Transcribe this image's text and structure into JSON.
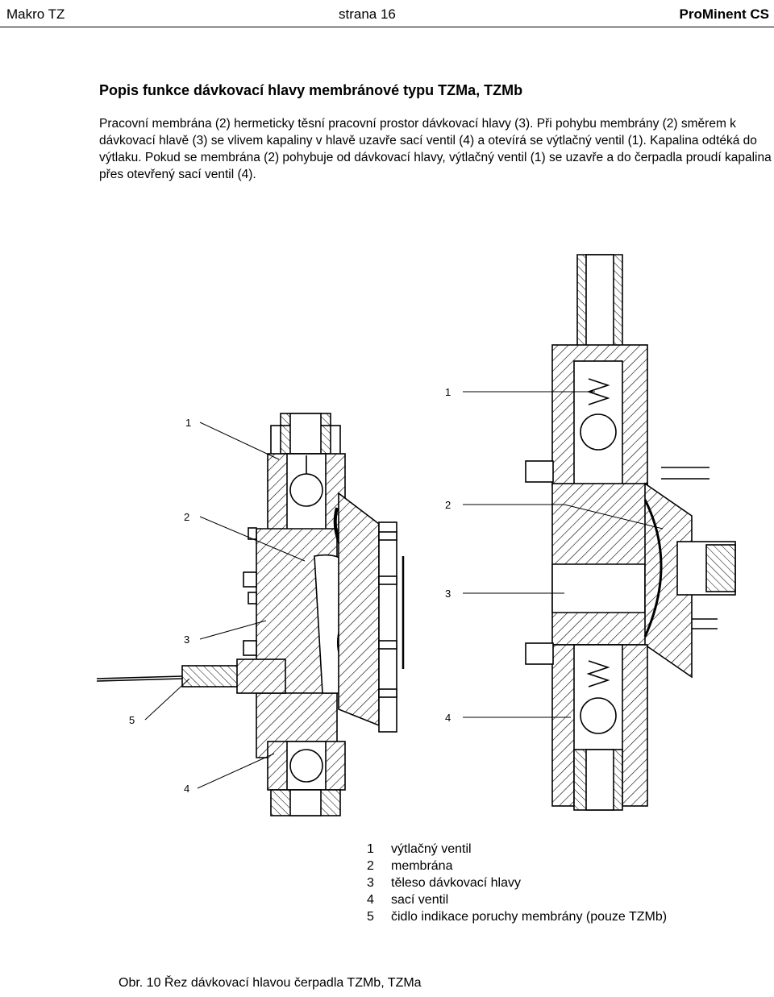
{
  "header": {
    "left": "Makro TZ",
    "center": "strana 16",
    "right": "ProMinent CS"
  },
  "section": {
    "title": "Popis funkce dávkovací hlavy membránové typu TZMa, TZMb",
    "paragraph": "Pracovní membrána (2) hermeticky těsní pracovní prostor dávkovací hlavy (3). Při pohybu membrány (2) směrem k dávkovací hlavě (3) se vlivem kapaliny v hlavě uzavře sací ventil (4) a otevírá se výtlačný ventil (1). Kapalina odtéká do výtlaku. Pokud se membrána (2) pohybuje od dávkovací hlavy, výtlačný ventil (1) se uzavře a do čerpadla proudí kapalina přes otevřený sací ventil (4)."
  },
  "figure": {
    "left_callouts": [
      "1",
      "2",
      "3",
      "5",
      "4"
    ],
    "right_callouts": [
      "1",
      "2",
      "3",
      "4"
    ]
  },
  "legend": [
    {
      "num": "1",
      "text": "výtlačný ventil"
    },
    {
      "num": "2",
      "text": "membrána"
    },
    {
      "num": "3",
      "text": "těleso dávkovací hlavy"
    },
    {
      "num": "4",
      "text": "sací ventil"
    },
    {
      "num": "5",
      "text": "čidlo indikace poruchy membrány (pouze TZMb)"
    }
  ],
  "caption": "Obr. 10  Řez dávkovací hlavou čerpadla TZMb, TZMa"
}
